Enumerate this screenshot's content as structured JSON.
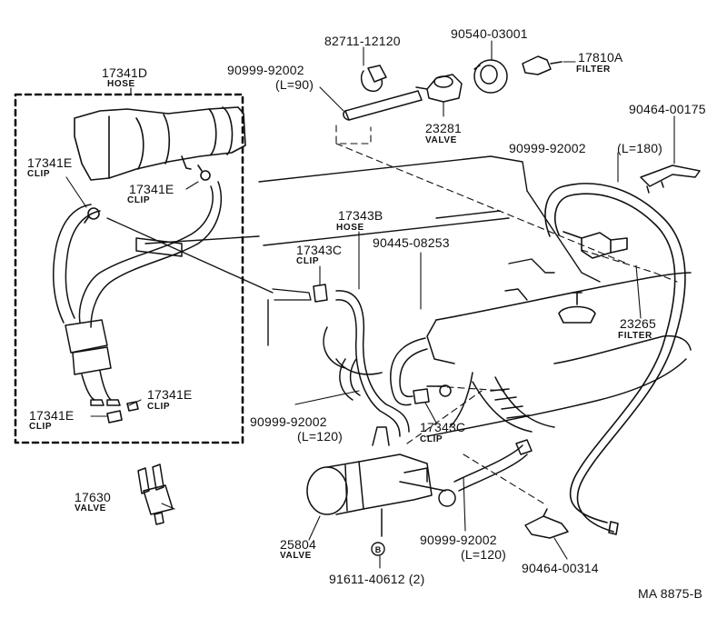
{
  "parts": {
    "p17341D": {
      "number": "17341D",
      "desc": "HOSE"
    },
    "p17341E_a": {
      "number": "17341E",
      "desc": "CLIP"
    },
    "p17341E_b": {
      "number": "17341E",
      "desc": "CLIP"
    },
    "p17341E_c": {
      "number": "17341E",
      "desc": "CLIP"
    },
    "p17341E_d": {
      "number": "17341E",
      "desc": "CLIP"
    },
    "p82711": {
      "number": "82711-12120"
    },
    "p90540": {
      "number": "90540-03001"
    },
    "p17810A": {
      "number": "17810A",
      "desc": "FILTER"
    },
    "p90999_90": {
      "number": "90999-92002",
      "length": "(L=90)"
    },
    "p23281": {
      "number": "23281",
      "desc": "VALVE"
    },
    "p90464_175": {
      "number": "90464-00175"
    },
    "p90999_180": {
      "number": "90999-92002",
      "length": "(L=180)"
    },
    "p17343B": {
      "number": "17343B",
      "desc": "HOSE"
    },
    "p90445": {
      "number": "90445-08253"
    },
    "p17343C_a": {
      "number": "17343C",
      "desc": "CLIP"
    },
    "p23265": {
      "number": "23265",
      "desc": "FILTER"
    },
    "p90999_120a": {
      "number": "90999-92002",
      "length": "(L=120)"
    },
    "p17343C_b": {
      "number": "17343C",
      "desc": "CLIP"
    },
    "p17630": {
      "number": "17630",
      "desc": "VALVE"
    },
    "p25804": {
      "number": "25804",
      "desc": "VALVE"
    },
    "p90999_120b": {
      "number": "90999-92002",
      "length": "(L=120)"
    },
    "p91611": {
      "number": "91611-40612 (2)",
      "marker": "B"
    },
    "p90464_314": {
      "number": "90464-00314"
    }
  },
  "figure_code": "MA 8875-B"
}
